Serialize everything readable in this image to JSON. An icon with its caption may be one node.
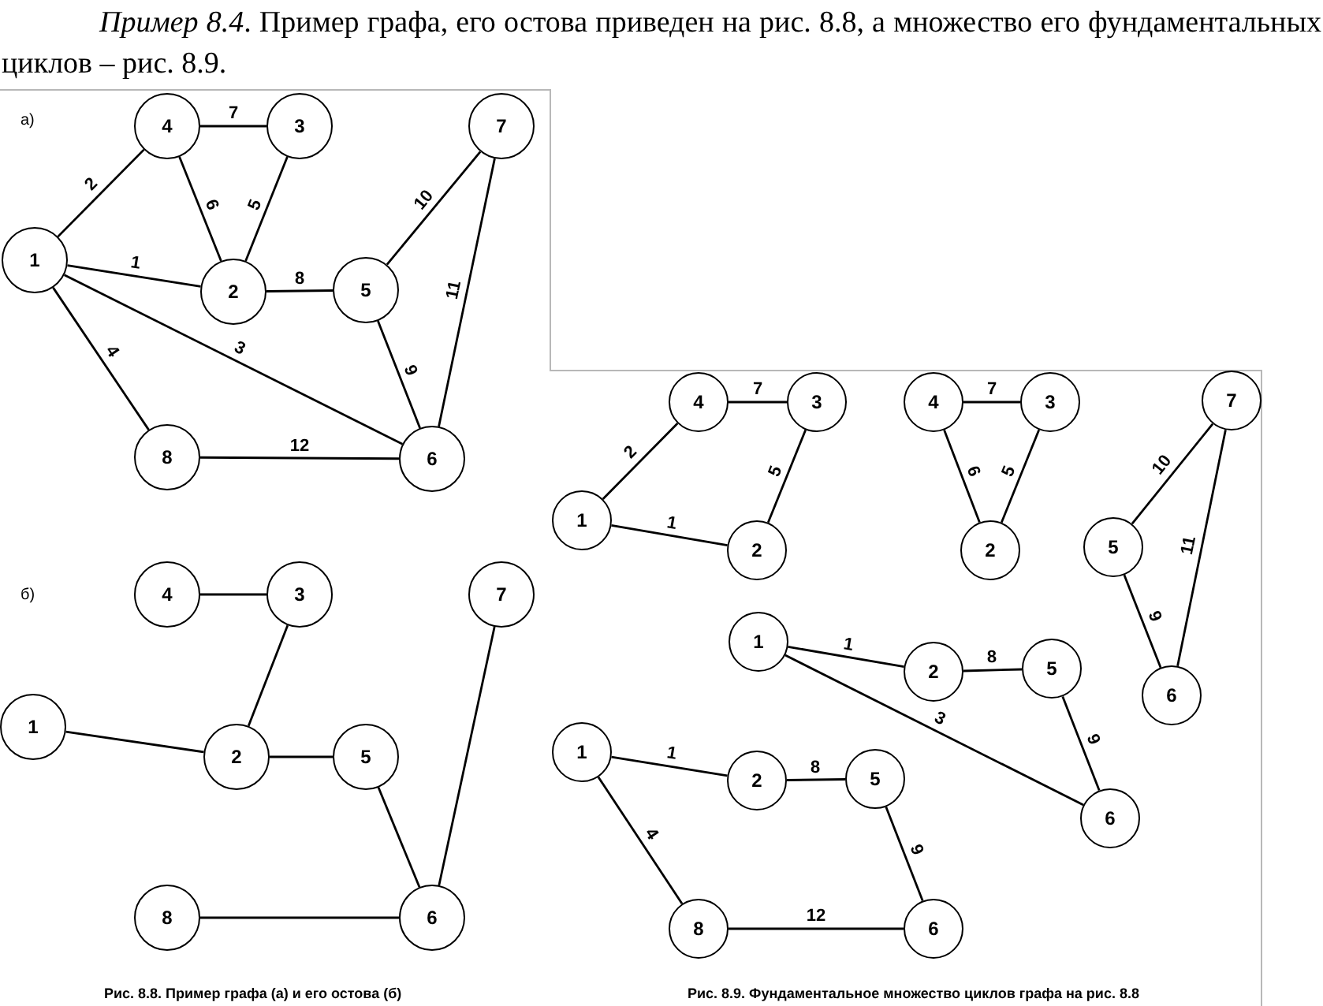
{
  "diagram": {
    "nodes": [
      {
        "text": [
          "4"
        ]
      },
      {
        "text": [
          "3"
        ]
      },
      {
        "text": [
          "7"
        ]
      },
      {
        "text": [
          "1"
        ]
      },
      {
        "text": [
          "2"
        ]
      },
      {
        "text": [
          "5"
        ]
      },
      {
        "text": [
          "8"
        ]
      },
      {
        "text": [
          "6"
        ]
      },
      {
        "text": [
          "4"
        ]
      },
      {
        "text": [
          "3"
        ]
      },
      {
        "text": [
          "7"
        ]
      },
      {
        "text": [
          "1"
        ]
      },
      {
        "text": [
          "2"
        ]
      },
      {
        "text": [
          "5"
        ]
      },
      {
        "text": [
          "8"
        ]
      },
      {
        "text": [
          "6"
        ]
      },
      {
        "text": [
          "4"
        ]
      },
      {
        "text": [
          "3"
        ]
      },
      {
        "text": [
          "1"
        ]
      },
      {
        "text": [
          "2"
        ]
      },
      {
        "text": [
          "4"
        ]
      },
      {
        "text": [
          "3"
        ]
      },
      {
        "text": [
          "2"
        ]
      },
      {
        "text": [
          "7"
        ]
      },
      {
        "text": [
          "5"
        ]
      },
      {
        "text": [
          "6"
        ]
      },
      {
        "text": [
          "1"
        ]
      },
      {
        "text": [
          "2"
        ]
      },
      {
        "text": [
          "5"
        ]
      },
      {
        "text": [
          "6"
        ]
      },
      {
        "text": [
          "1"
        ]
      },
      {
        "text": [
          "2"
        ]
      },
      {
        "text": [
          "5"
        ]
      },
      {
        "text": [
          "8"
        ]
      },
      {
        "text": [
          "6"
        ]
      }
    ],
    "edges": [
      {
        "from": 0,
        "to": 1,
        "arrow": "none",
        "label": "7"
      },
      {
        "from": 3,
        "to": 0,
        "arrow": "none",
        "label": "2"
      },
      {
        "from": 0,
        "to": 4,
        "arrow": "none",
        "label": "6"
      },
      {
        "from": 1,
        "to": 4,
        "arrow": "none",
        "label": "5"
      },
      {
        "from": 3,
        "to": 4,
        "arrow": "none",
        "label": "1"
      },
      {
        "from": 4,
        "to": 5,
        "arrow": "none",
        "label": "8"
      },
      {
        "from": 5,
        "to": 2,
        "arrow": "none",
        "label": "10"
      },
      {
        "from": 2,
        "to": 7,
        "arrow": "none",
        "label": "11"
      },
      {
        "from": 5,
        "to": 7,
        "arrow": "none",
        "label": "9"
      },
      {
        "from": 3,
        "to": 7,
        "arrow": "none",
        "label": "3"
      },
      {
        "from": 3,
        "to": 6,
        "arrow": "none",
        "label": "4"
      },
      {
        "from": 6,
        "to": 7,
        "arrow": "none",
        "label": "12"
      },
      {
        "from": 8,
        "to": 9,
        "arrow": "none"
      },
      {
        "from": 9,
        "to": 12,
        "arrow": "none"
      },
      {
        "from": 11,
        "to": 12,
        "arrow": "none"
      },
      {
        "from": 12,
        "to": 13,
        "arrow": "none"
      },
      {
        "from": 13,
        "to": 15,
        "arrow": "none"
      },
      {
        "from": 10,
        "to": 15,
        "arrow": "none"
      },
      {
        "from": 14,
        "to": 15,
        "arrow": "none"
      },
      {
        "from": 16,
        "to": 17,
        "arrow": "none",
        "label": "7"
      },
      {
        "from": 18,
        "to": 16,
        "arrow": "none",
        "label": "2"
      },
      {
        "from": 17,
        "to": 19,
        "arrow": "none",
        "label": "5"
      },
      {
        "from": 18,
        "to": 19,
        "arrow": "none",
        "label": "1"
      },
      {
        "from": 20,
        "to": 21,
        "arrow": "none",
        "label": "7"
      },
      {
        "from": 20,
        "to": 22,
        "arrow": "none",
        "label": "6"
      },
      {
        "from": 21,
        "to": 22,
        "arrow": "none",
        "label": "5"
      },
      {
        "from": 24,
        "to": 23,
        "arrow": "none",
        "label": "10"
      },
      {
        "from": 23,
        "to": 25,
        "arrow": "none",
        "label": "11"
      },
      {
        "from": 24,
        "to": 25,
        "arrow": "none",
        "label": "9"
      },
      {
        "from": 26,
        "to": 27,
        "arrow": "none",
        "label": "1"
      },
      {
        "from": 27,
        "to": 28,
        "arrow": "none",
        "label": "8"
      },
      {
        "from": 28,
        "to": 29,
        "arrow": "none",
        "label": "9"
      },
      {
        "from": 26,
        "to": 29,
        "arrow": "none",
        "label": "3"
      },
      {
        "from": 30,
        "to": 31,
        "arrow": "none",
        "label": "1"
      },
      {
        "from": 31,
        "to": 32,
        "arrow": "none",
        "label": "8"
      },
      {
        "from": 32,
        "to": 34,
        "arrow": "none",
        "label": "9"
      },
      {
        "from": 30,
        "to": 33,
        "arrow": "none",
        "label": "4"
      },
      {
        "from": 33,
        "to": 34,
        "arrow": "none",
        "label": "12"
      }
    ],
    "labels": [
      "*Пример 8.4*. Пример графа, его остова приведен на рис. 8.8, а множество его фундаментальных циклов – рис. 8.9.",
      "а)",
      "б)",
      "Рис. 8.8. Пример графа (а) и его остова (б)",
      "Рис. 8.9. Фундаментальное множество циклов графа на рис. 8.8"
    ]
  }
}
